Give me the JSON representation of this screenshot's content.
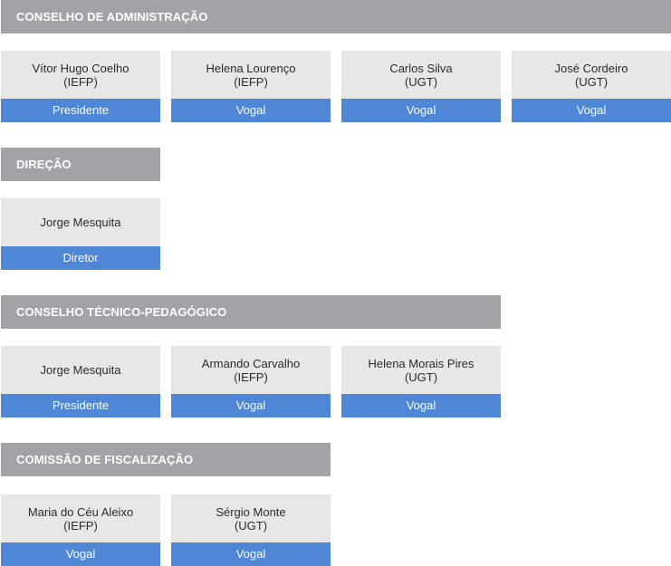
{
  "sections": [
    {
      "title": "CONSELHO DE ADMINISTRAÇÃO",
      "members": [
        {
          "name": "Vítor Hugo Coelho",
          "org": "(IEFP)",
          "role": "Presidente"
        },
        {
          "name": "Helena Lourenço",
          "org": "(IEFP)",
          "role": "Vogal"
        },
        {
          "name": "Carlos Silva",
          "org": "(UGT)",
          "role": "Vogal"
        },
        {
          "name": "José Cordeiro",
          "org": "(UGT)",
          "role": "Vogal"
        }
      ]
    },
    {
      "title": "DIREÇÃO",
      "members": [
        {
          "name": "Jorge Mesquita",
          "org": "",
          "role": "Diretor"
        }
      ]
    },
    {
      "title": "CONSELHO TÉCNICO-PEDAGÓGICO",
      "members": [
        {
          "name": "Jorge Mesquita",
          "org": "",
          "role": "Presidente"
        },
        {
          "name": "Armando Carvalho",
          "org": "(IEFP)",
          "role": "Vogal"
        },
        {
          "name": "Helena Morais Pires",
          "org": "(UGT)",
          "role": "Vogal"
        }
      ]
    },
    {
      "title": "COMISSÃO DE FISCALIZAÇÃO",
      "members": [
        {
          "name": "Maria do Céu Aleixo",
          "org": "(IEFP)",
          "role": "Vogal"
        },
        {
          "name": "Sérgio Monte",
          "org": "(UGT)",
          "role": "Vogal"
        }
      ]
    }
  ],
  "colors": {
    "header_bg": "#a3a3a7",
    "card_bg": "#e7e7e7",
    "role_bg": "#4f86d6",
    "text": "#2b2b2b"
  }
}
